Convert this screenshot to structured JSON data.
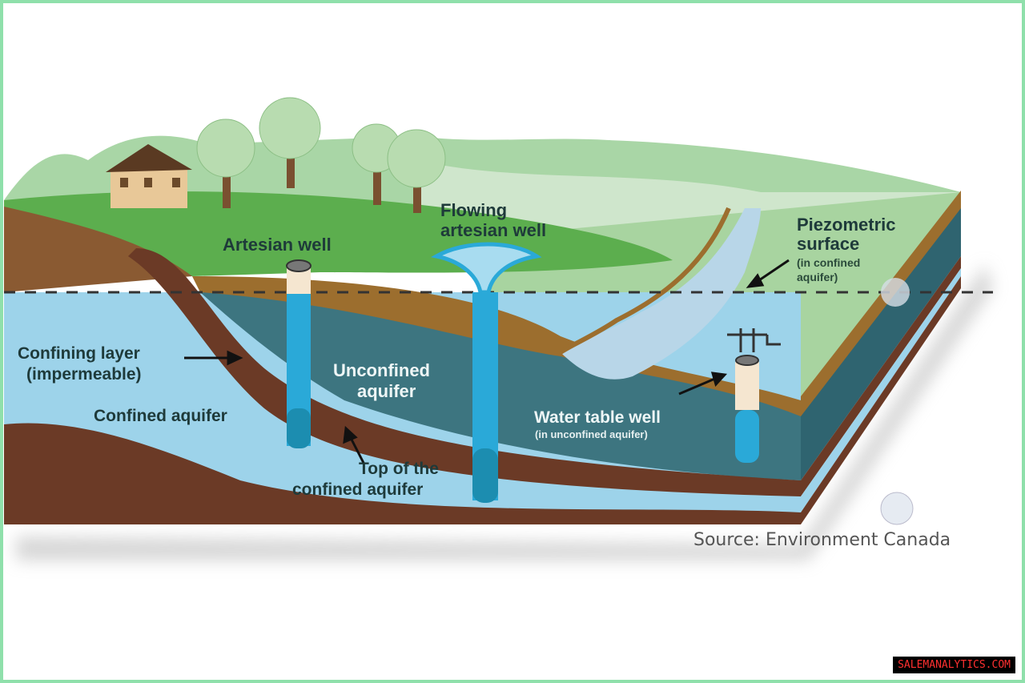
{
  "labels": {
    "artesian_well": "Artesian well",
    "flowing_1": "Flowing",
    "flowing_2": "artesian well",
    "piezo_1": "Piezometric",
    "piezo_2": "surface",
    "piezo_3": "(in confined",
    "piezo_4": "aquifer)",
    "confining_1": "Confining layer",
    "confining_2": "(impermeable)",
    "confined_aquifer": "Confined aquifer",
    "unconfined_1": "Unconfined",
    "unconfined_2": "aquifer",
    "top_1": "Top of the",
    "top_2": "confined aquifer",
    "water_table_1": "Water table well",
    "water_table_2": "(in unconfined aquifer)"
  },
  "source": "Source: Environment Canada",
  "watermark": "SALEMANALYTICS.COM",
  "colors": {
    "frame": "#8fe0ab",
    "grass": "#5cae4e",
    "aquifer": "#9dd3ea",
    "teal": "#3d7580",
    "brown": "#6b3a26",
    "well": "#2aa9d8"
  }
}
